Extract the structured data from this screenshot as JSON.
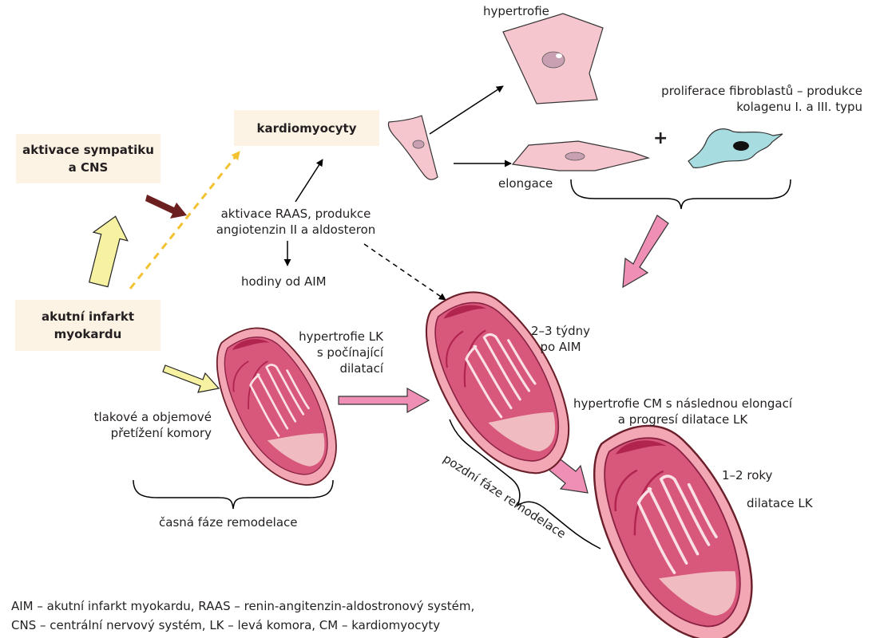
{
  "boxes": {
    "sympathetic": "aktivace sympatiku\na CNS",
    "cardiomyocytes": "kardiomyocyty",
    "infarct": "akutní infarkt\nmyokardu"
  },
  "labels": {
    "hypertrophy": "hypertrofie",
    "fibroblasts": "proliferace fibroblastů – produkce\nkolagenu I. a III. typu",
    "elongation": "elongace",
    "plus": "+",
    "raas": "aktivace RAAS, produkce\nangiotenzin II a aldosteron",
    "hours": "hodiny od AIM",
    "lv_hypertrophy": "hypertrofie LK\ns počínající\ndilatací",
    "weeks": "2–3 týdny\npo AIM",
    "overload": "tlakové a objemové\npřetížení komory",
    "cm_hypertrophy": "hypertrofie CM s následnou elongací\na progresí dilatace LK",
    "years": "1–2 roky",
    "dilatation": "dilatace LK",
    "early_phase": "časná fáze remodelace",
    "late_phase": "pozdní fáze remodelace"
  },
  "footnote": "AIM – akutní infarkt myokardu, RAAS – renin-angitenzin-aldostronový systém,\nCNS – centrální nervový systém, LK – levá komora, CM – kardiomyocyty",
  "colors": {
    "box_fill": "#fdf3e4",
    "cell_pink": "#f6c6cf",
    "fibroblast": "#a7dde1",
    "heart_dark": "#b0244e",
    "heart_mid": "#d7587b",
    "heart_outer": "#f3a7b4",
    "pink_arrow": "#ef8fb5",
    "yellow_arrow": "#f6f2a2",
    "dark_arrow": "#6b1f1f",
    "dashed_yellow": "#f2c230"
  }
}
